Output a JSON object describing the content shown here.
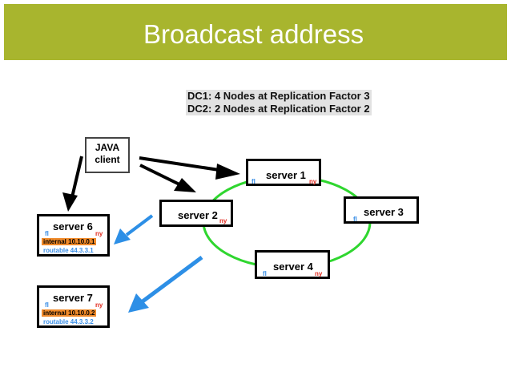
{
  "title": "Broadcast address",
  "description_lines": [
    "DC1: 4 Nodes at Replication Factor 3",
    "DC2: 2 Nodes at Replication Factor 2"
  ],
  "client": {
    "line1": "JAVA",
    "line2": "client"
  },
  "servers": {
    "s1": {
      "name": "server 1",
      "fl": "fl",
      "ny": "ny"
    },
    "s2": {
      "name": "server 2",
      "ny": "ny"
    },
    "s3": {
      "name": "server 3",
      "fl": "fl"
    },
    "s4": {
      "name": "server 4",
      "fl": "fl",
      "ny": "ny"
    },
    "s6": {
      "name": "server 6",
      "fl": "fl",
      "ny": "ny",
      "internal": "internal 10.10.0.1",
      "routable": "routable 44.3.3.1"
    },
    "s7": {
      "name": "server 7",
      "fl": "fl",
      "ny": "ny",
      "internal": "internal 10.10.0.2",
      "routable": "routable 44.3.3.2"
    }
  },
  "colors": {
    "title_bar": "#a8b52e",
    "ring": "#2fd62f",
    "fl": "#3a8ee6",
    "ny": "#e22b1f",
    "blue_arrow": "#2d8fe6",
    "internal_bg": "#f08a2a"
  }
}
